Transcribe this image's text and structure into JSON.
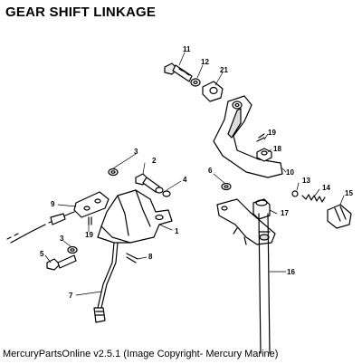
{
  "title": "GEAR SHIFT LINKAGE",
  "caption": "MercuryPartsOnline v2.5.1 (Image Copyright- Mercury Marine)",
  "callouts": {
    "n1": "1",
    "n2": "2",
    "n3a": "3",
    "n3b": "3",
    "n4": "4",
    "n5": "5",
    "n6": "6",
    "n7": "7",
    "n8": "8",
    "n9": "9",
    "n10": "10",
    "n11": "11",
    "n12": "12",
    "n13": "13",
    "n14": "14",
    "n15": "15",
    "n16": "16",
    "n17": "17",
    "n18": "18",
    "n19a": "19",
    "n19b": "19",
    "n21": "21"
  }
}
